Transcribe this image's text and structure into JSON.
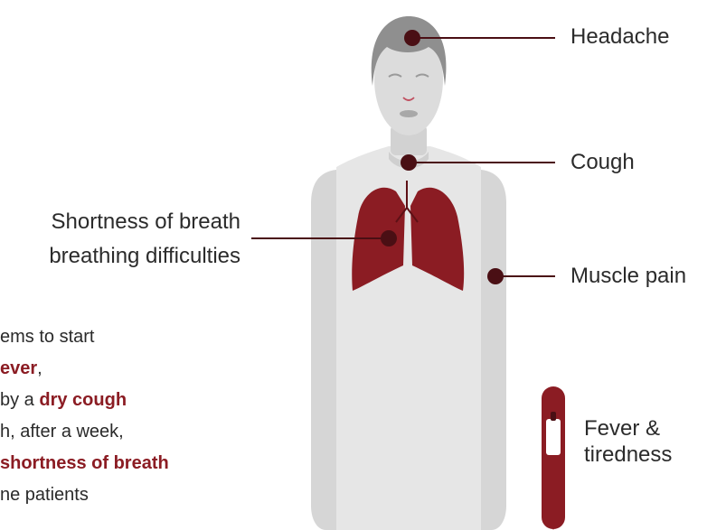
{
  "symptoms": {
    "headache": "Headache",
    "cough": "Cough",
    "breath_line1": "Shortness of breath",
    "breath_line2": "breathing difficulties",
    "muscle_pain": "Muscle pain",
    "fever_line1": "Fever &",
    "fever_line2": "tiredness"
  },
  "story": {
    "line1": "ems to start",
    "line2_hl": "ever",
    "line2_tail": ",",
    "line3_pre": "by a ",
    "line3_hl": "dry cough",
    "line4": "h, after a week,",
    "line5_hl": "shortness of breath",
    "line6": "ne patients"
  },
  "colors": {
    "accent": "#8b1c23",
    "body": "#e6e6e6",
    "arms": "#d6d6d6",
    "hair": "#8f8f8f",
    "text": "#2b2b2b"
  }
}
